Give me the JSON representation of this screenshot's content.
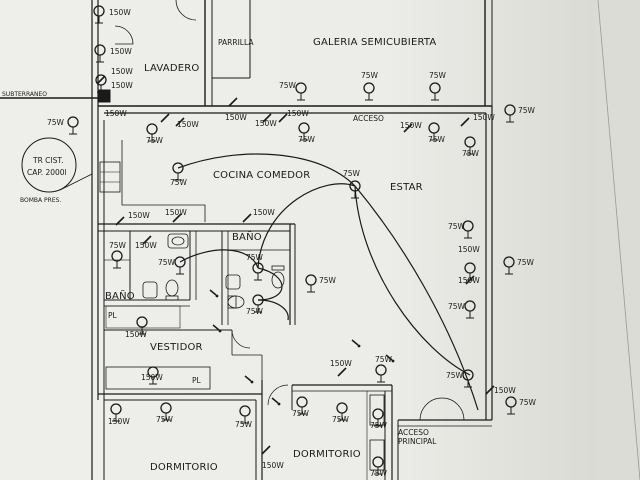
{
  "rooms": {
    "parrilla": "PARRILLA",
    "galeria": "GALERIA SEMICUBIERTA",
    "lavadero": "LAVADERO",
    "cocina": "COCINA COMEDOR",
    "estar": "ESTAR",
    "bano1": "BAÑO",
    "bano2": "BAÑO",
    "vestidor": "VESTIDOR",
    "dormitorio1": "DORMITORIO",
    "dormitorio2": "DORMITORIO"
  },
  "labels": {
    "subterraneo": "SUBTERRANEO",
    "acceso": "ACCESO",
    "acceso_principal_1": "ACCESO",
    "acceso_principal_2": "PRINCIPAL",
    "tank_1": "TR CIST.",
    "tank_2": "CAP. 2000l",
    "bomba": "BOMBA PRES.",
    "pl": "PL"
  },
  "ratings": {
    "w75": "75W",
    "w150": "150W"
  },
  "colors": {
    "ink": "#1a1a1a",
    "paper": "#eeeeea"
  }
}
